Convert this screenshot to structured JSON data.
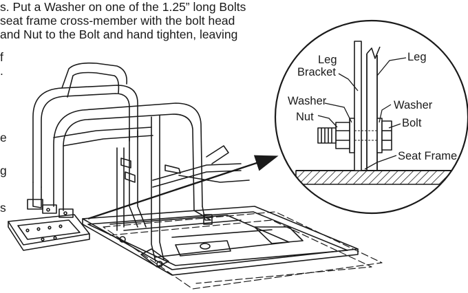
{
  "instructions": {
    "lines": [
      "s. Put a Washer on one of the 1.25” long Bolts",
      "seat frame cross-member with the bolt head",
      "and Nut to the Bolt and hand tighten, leaving"
    ],
    "fragments": [
      "f",
      ".",
      "e",
      "g",
      "s"
    ]
  },
  "callout": {
    "labels": {
      "leg_bracket_1": "Leg",
      "leg_bracket_2": "Bracket",
      "leg": "Leg",
      "washer_left": "Washer",
      "washer_right": "Washer",
      "nut": "Nut",
      "bolt": "Bolt",
      "seat_frame": "Seat Frame"
    }
  }
}
